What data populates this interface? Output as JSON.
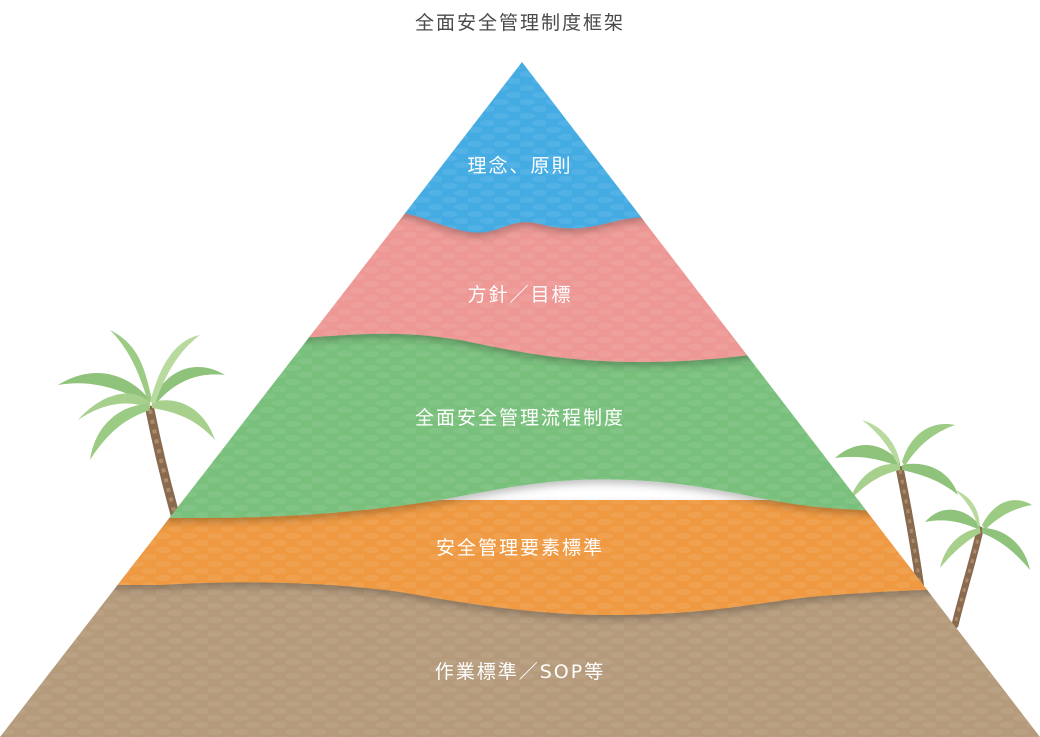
{
  "title": "全面安全管理制度框架",
  "levels": [
    {
      "label": "理念、原則",
      "color": "#45ace3"
    },
    {
      "label": "方針／目標",
      "color": "#ed9895"
    },
    {
      "label": "全面安全管理流程制度",
      "color": "#79c07c"
    },
    {
      "label": "安全管理要素標準",
      "color": "#ef9a43"
    },
    {
      "label": "作業標準／SOP等",
      "color": "#b59a7b"
    }
  ]
}
